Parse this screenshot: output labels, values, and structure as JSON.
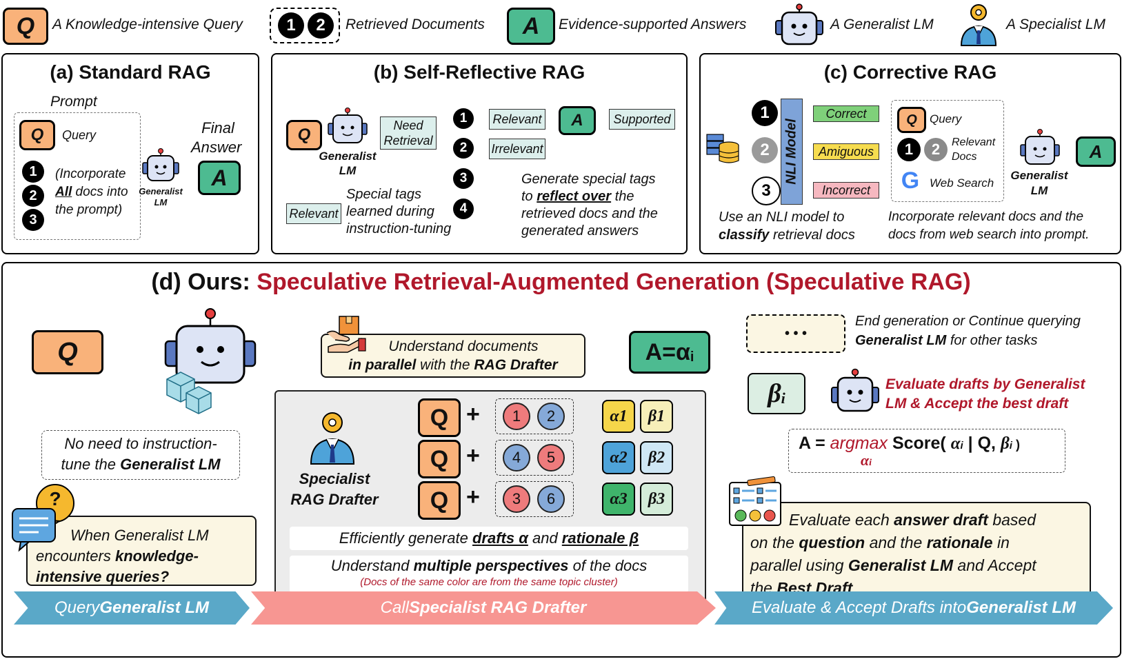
{
  "legend": {
    "query_symbol": "Q",
    "query_label": "A Knowledge-intensive Query",
    "doc1": "1",
    "doc2": "2",
    "docs_label": "Retrieved Documents",
    "answer_symbol": "A",
    "answer_label": "Evidence-supported Answers",
    "generalist_label": "A Generalist LM",
    "specialist_label": "A Specialist LM"
  },
  "panel_a": {
    "title": "(a) Standard RAG",
    "prompt_label": "Prompt",
    "query_symbol": "Q",
    "query_label": "Query",
    "docs": [
      "1",
      "2",
      "3"
    ],
    "incorporate_pre": "(Incorporate",
    "incorporate_all": "All",
    "incorporate_mid": " docs into",
    "incorporate_post": "the prompt)",
    "robot_label_1": "Generalist",
    "robot_label_2": "LM",
    "final_answer_1": "Final",
    "final_answer_2": "Answer",
    "answer_symbol": "A"
  },
  "panel_b": {
    "title": "(b) Self-Reflective RAG",
    "query_symbol": "Q",
    "robot_label_1": "Generalist",
    "robot_label_2": "LM",
    "need_retrieval_1": "Need",
    "need_retrieval_2": "Retrieval",
    "branches": [
      "1",
      "2",
      "3",
      "4"
    ],
    "relevant": "Relevant",
    "irrelevant": "Irrelevant",
    "answer_symbol": "A",
    "supported": "Supported",
    "generate_1": "Generate special tags",
    "generate_2_pre": "to ",
    "generate_2_em": "reflect over",
    "generate_2_post": " the",
    "generate_3": "retrieved docs and the",
    "generate_4": "generated answers",
    "legend_tag": "Relevant",
    "special_1": "Special tags",
    "special_2": "learned during",
    "special_3": "instruction-tuning"
  },
  "panel_c": {
    "title": "(c) Corrective RAG",
    "nli": "NLI Model",
    "docs": [
      "1",
      "2",
      "3"
    ],
    "correct": "Correct",
    "amiguous": "Amiguous",
    "incorrect": "Incorrect",
    "caption_1": "Use an NLI model to",
    "caption_2_em": "classify",
    "caption_2_post": " retrieval docs",
    "query_symbol": "Q",
    "query_label": "Query",
    "doc1": "1",
    "doc2": "2",
    "relevant_docs_1": "Relevant",
    "relevant_docs_2": "Docs",
    "google_symbol": "G",
    "web_search": "Web Search",
    "robot_label_1": "Generalist",
    "robot_label_2": "LM",
    "answer_symbol": "A",
    "caption_r1": "Incorporate relevant docs and the",
    "caption_r2": "docs from web search into prompt."
  },
  "panel_d": {
    "title_prefix": "(d) Ours: ",
    "title_main": "Speculative Retrieval-Augmented Generation (Speculative RAG)",
    "query_symbol": "Q",
    "understand_1": "Understand documents",
    "understand_2_em": "in parallel",
    "understand_2_mid": " with the ",
    "understand_2_em2": "RAG Drafter",
    "answer_eq": "A=α",
    "answer_sub": "i",
    "ellipsis": "• • •",
    "end_1": "End generation or Continue querying",
    "end_2_em": "Generalist LM",
    "end_2_post": " for other tasks",
    "beta_label": "β",
    "beta_sub": "i",
    "evaluate_red_1": "Evaluate drafts by Generalist",
    "evaluate_red_2": "LM & Accept the best draft",
    "formula_a": "A = ",
    "formula_argmax": "argmax",
    "formula_score": " Score( ",
    "formula_alpha": "α",
    "formula_sub": "i",
    "formula_bar": " | Q, ",
    "formula_beta": "β",
    "formula_close": " )",
    "formula_under": "α",
    "no_need_1": "No need to instruction-",
    "no_need_2_pre": "tune the ",
    "no_need_2_em": "Generalist LM",
    "specialist_1": "Specialist",
    "specialist_2": "RAG Drafter",
    "rows": [
      {
        "q": "Q",
        "plus": "+",
        "docs": [
          "1",
          "2"
        ],
        "alpha": "α1",
        "beta": "β1"
      },
      {
        "q": "Q",
        "plus": "+",
        "docs": [
          "4",
          "5"
        ],
        "alpha": "α2",
        "beta": "β2"
      },
      {
        "q": "Q",
        "plus": "+",
        "docs": [
          "3",
          "6"
        ],
        "alpha": "α3",
        "beta": "β3"
      }
    ],
    "efficient_pre": "Efficiently generate ",
    "efficient_drafts": "drafts α",
    "efficient_mid": " and ",
    "efficient_rationale": "rationale β",
    "multi_pre": "Understand ",
    "multi_em": "multiple perspectives",
    "multi_post": " of the docs",
    "multi_note": "(Docs of the same color are from the same topic cluster)",
    "question_mark": "?",
    "when_1": "When Generalist LM",
    "when_2_pre": "encounters ",
    "when_2_em": "knowledge-",
    "when_3_em": "intensive queries?",
    "eval_1_pre": "Evaluate each ",
    "eval_1_em": "answer draft",
    "eval_1_post": " based",
    "eval_2_pre": "on the ",
    "eval_2_em": "question",
    "eval_2_mid": " and the ",
    "eval_2_em2": "rationale",
    "eval_2_post": " in",
    "eval_3_pre": "parallel using ",
    "eval_3_em": "Generalist LM",
    "eval_3_post": " and Accept",
    "eval_4_pre": "the ",
    "eval_4_em": "Best Draft",
    "eval_4_post": "."
  },
  "banners": {
    "b1_pre": "Query ",
    "b1_em": "Generalist LM",
    "b2_pre": "Call ",
    "b2_em": "Specialist RAG Drafter",
    "b3_pre": "Evaluate & Accept Drafts into ",
    "b3_em": "Generalist LM"
  },
  "colors": {
    "query": "#f9b27a",
    "answer": "#4dbb91",
    "title_red": "#b0182b",
    "banner_blue": "#5aa8c8",
    "banner_red": "#f79692",
    "note_bg": "#fbf6e3"
  }
}
